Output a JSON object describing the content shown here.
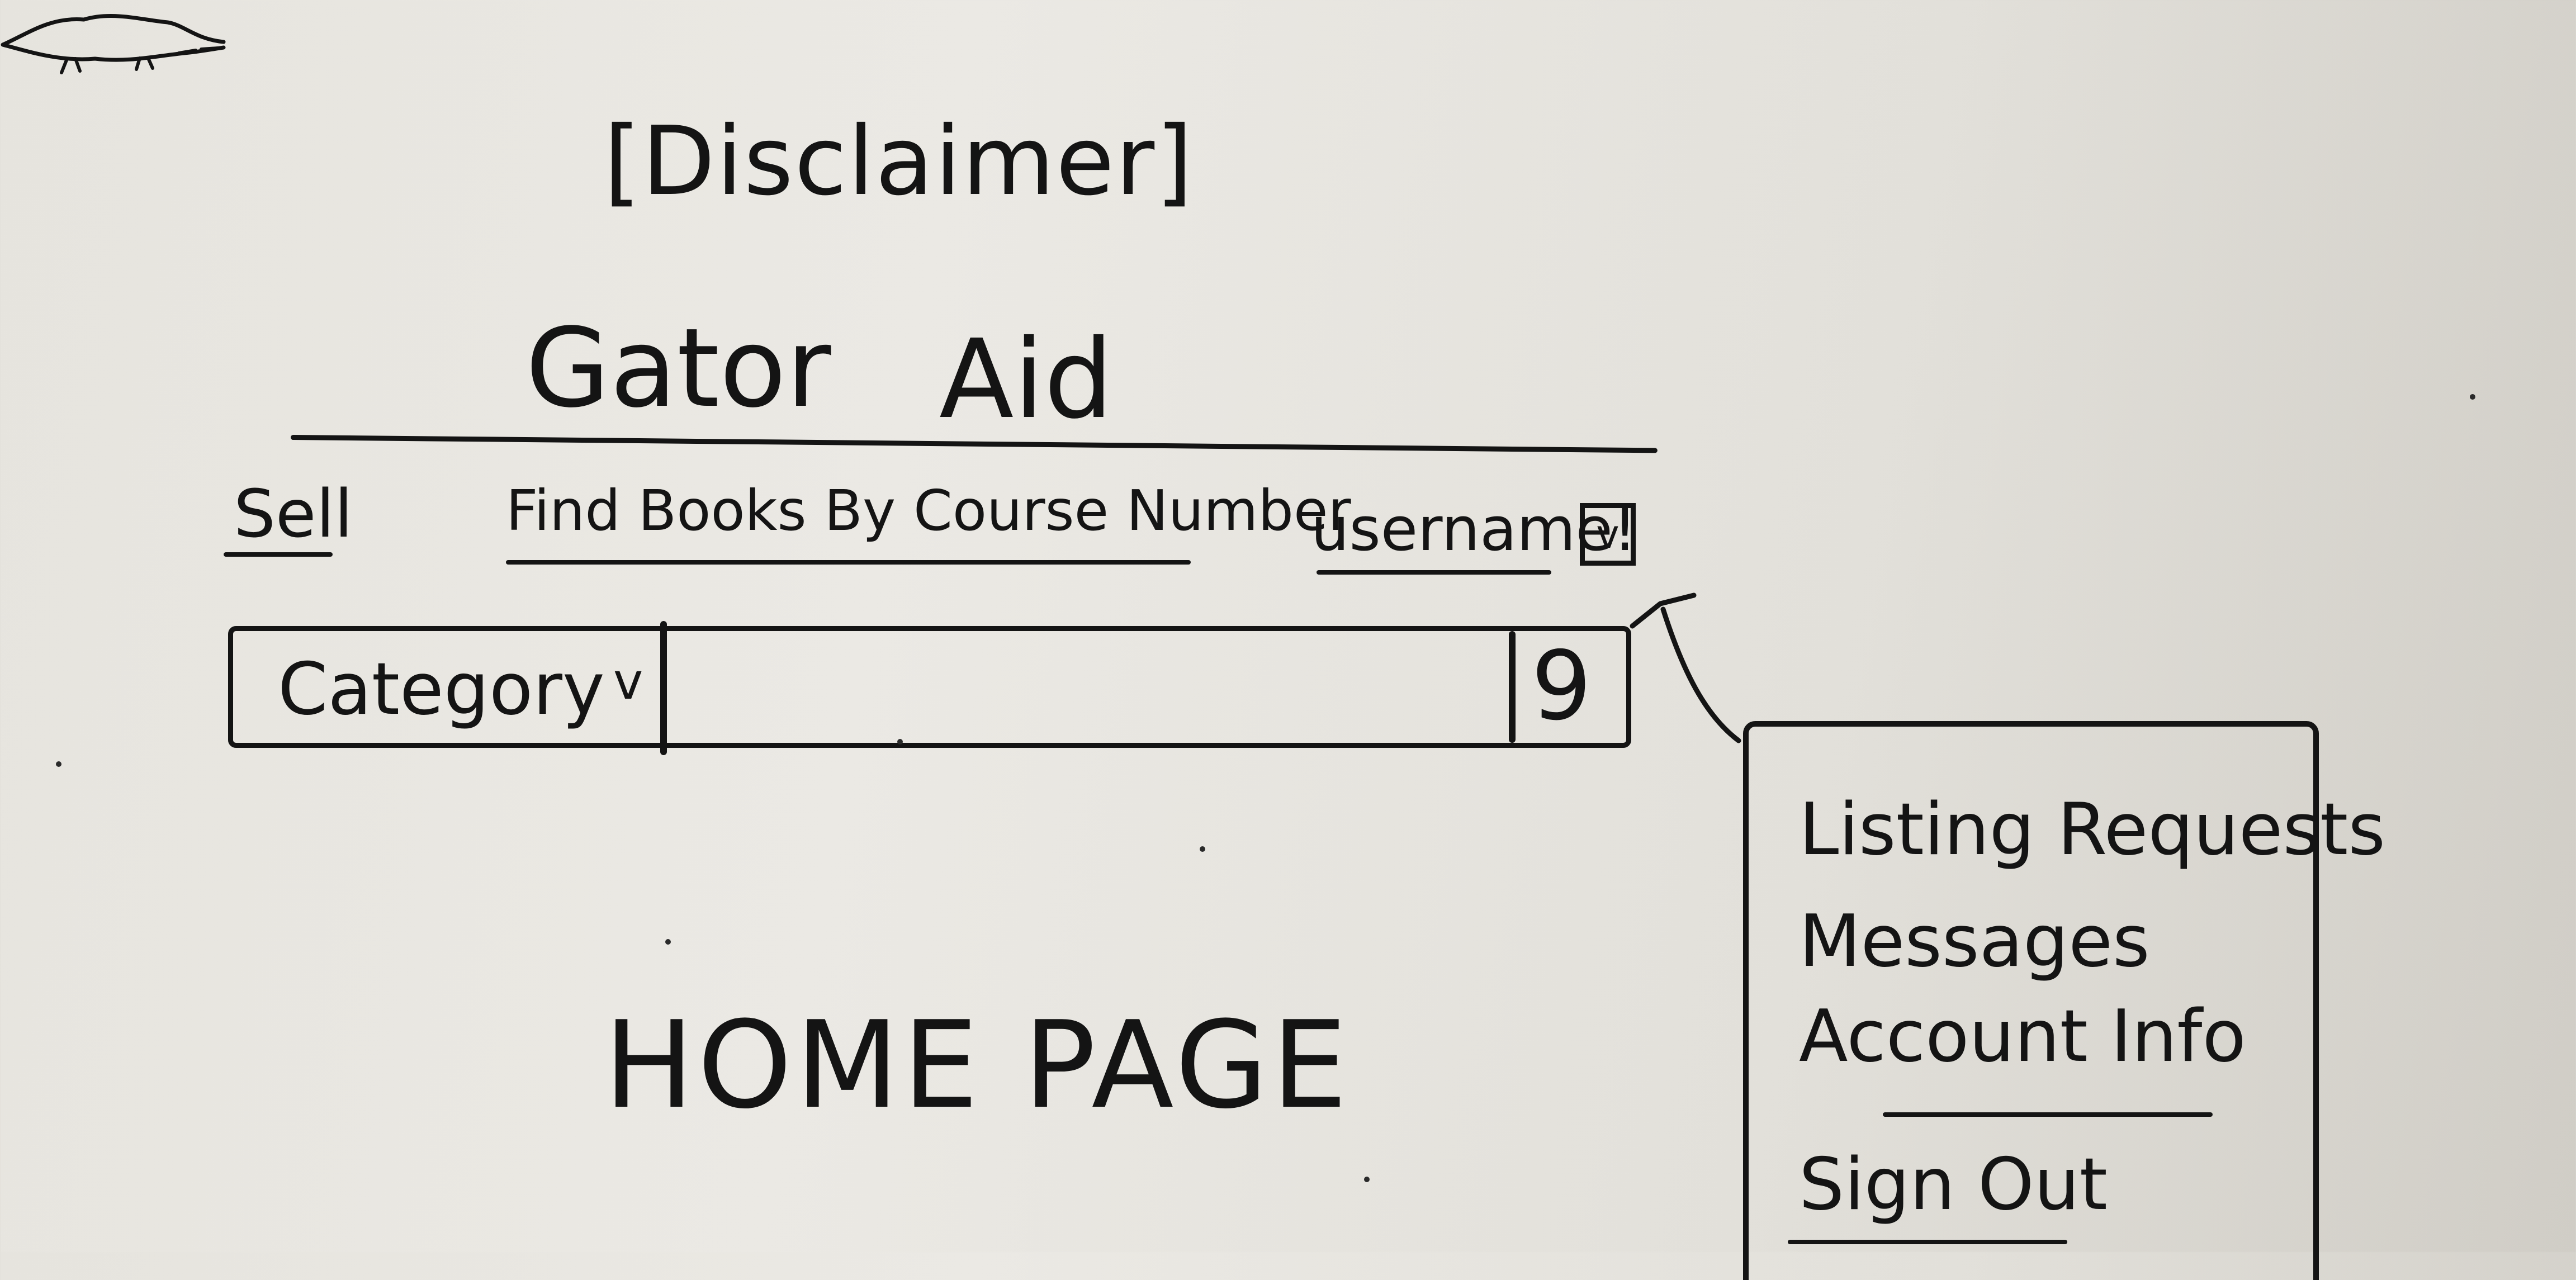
{
  "disclaimer": "[Disclaimer]",
  "brand": {
    "left": "Gator",
    "right": "Aid",
    "logo_icon": "gator-icon"
  },
  "nav": {
    "sell": "Sell",
    "find_books": "Find Books By Course Number",
    "username": "username!",
    "dropdown_toggle": "v"
  },
  "search": {
    "category_label": "Category",
    "category_chevron": "v",
    "input_value": "",
    "input_placeholder": "",
    "search_icon": "search-icon",
    "search_glyph": "9"
  },
  "main": {
    "title": "HOME PAGE"
  },
  "user_menu": {
    "items": [
      {
        "label": "Listing Requests"
      },
      {
        "label": "Messages"
      },
      {
        "label": "Account Info"
      },
      {
        "label": "Sign Out"
      }
    ]
  },
  "colors": {
    "ink": "#141414",
    "board": "#e8e6e0"
  }
}
